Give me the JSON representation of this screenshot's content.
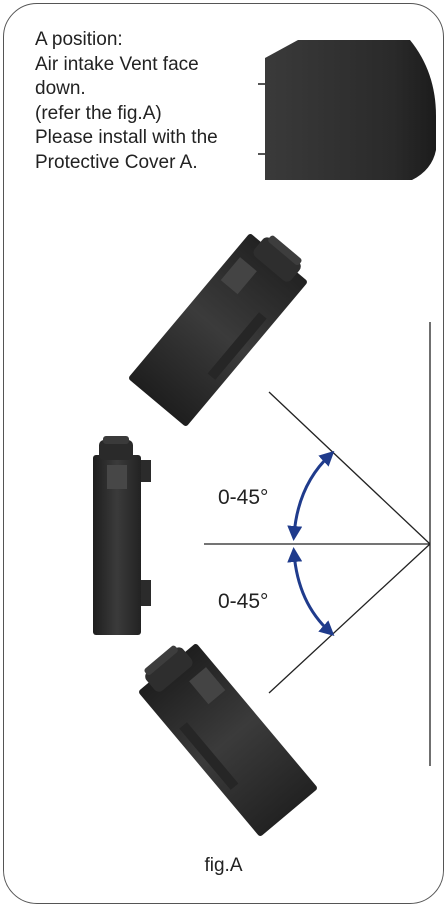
{
  "instructions": {
    "lines": [
      "A position:",
      "Air intake Vent face",
      "down.",
      "(refer the fig.A)",
      "Please install with the",
      "Protective Cover A."
    ]
  },
  "angles": {
    "upper_label": "0-45°",
    "lower_label": "0-45°"
  },
  "caption": "fig.A",
  "colors": {
    "arrow": "#1f3b8c",
    "device": "#2b2b2b",
    "line": "#222222"
  },
  "icons": {
    "device_block": "projector-cover-block",
    "projector_up": "projector-tilted-up",
    "projector_level": "projector-level",
    "projector_down": "projector-tilted-down"
  }
}
